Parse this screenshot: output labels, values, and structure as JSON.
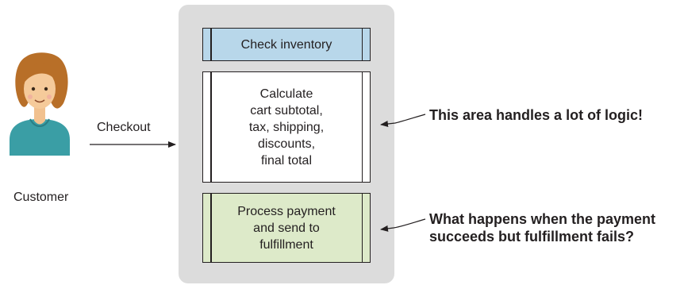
{
  "diagram": {
    "actor": {
      "label": "Customer",
      "icon": "customer-icon"
    },
    "edge_label": "Checkout",
    "steps": [
      {
        "text": "Check inventory",
        "color": "#b8d7ea"
      },
      {
        "text": "Calculate\ncart subtotal,\ntax, shipping,\ndiscounts,\nfinal total",
        "color": "#ffffff"
      },
      {
        "text": "Process payment\nand send to\nfulfillment",
        "color": "#ddeac9"
      }
    ],
    "callouts": [
      {
        "text": "This area handles a lot of logic!"
      },
      {
        "text": "What happens when the payment\nsucceeds but fulfillment fails?"
      }
    ]
  }
}
